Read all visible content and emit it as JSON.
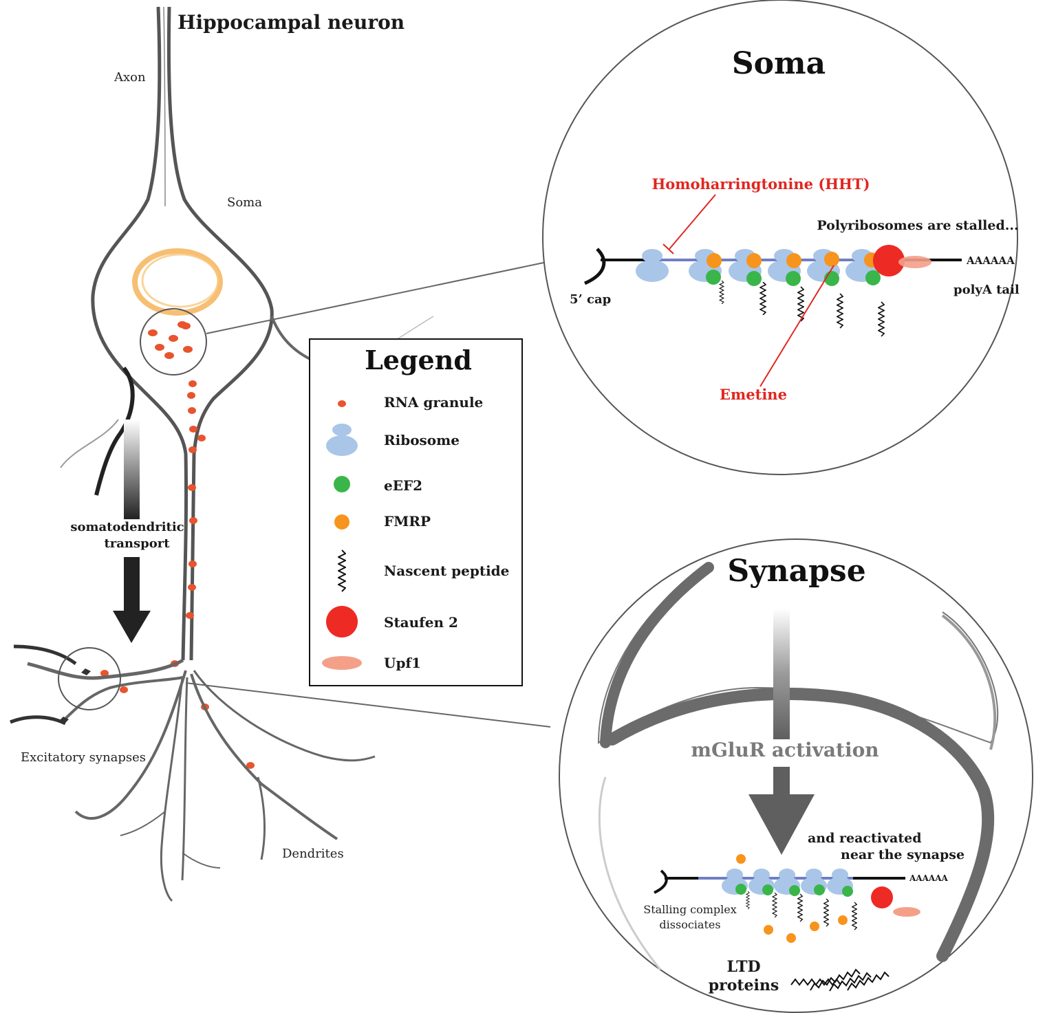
{
  "title": "Hippocampal neuron",
  "neuron": {
    "axon_label": "Axon",
    "soma_label": "Soma",
    "transport_label_line1": "somatodendritic",
    "transport_label_line2": "transport",
    "synapses_label": "Excitatory synapses",
    "dendrites_label": "Dendrites"
  },
  "legend": {
    "title": "Legend",
    "items": [
      {
        "label": "RNA granule",
        "icon": "rna-granule-icon",
        "color": "#e8542e"
      },
      {
        "label": "Ribosome",
        "icon": "ribosome-icon",
        "color": "#a9c6e8"
      },
      {
        "label": "eEF2",
        "icon": "eef2-icon",
        "color": "#3ab54a"
      },
      {
        "label": "FMRP",
        "icon": "fmrp-icon",
        "color": "#f7941d"
      },
      {
        "label": "Nascent peptide",
        "icon": "nascent-peptide-icon",
        "color": "#111111"
      },
      {
        "label": "Staufen 2",
        "icon": "staufen2-icon",
        "color": "#ee2a24"
      },
      {
        "label": "Upf1",
        "icon": "upf1-icon",
        "color": "#f4a089"
      }
    ]
  },
  "soma_panel": {
    "title": "Soma",
    "hht_label": "Homoharringtonine (HHT)",
    "emetine_label": "Emetine",
    "stalled_label": "Polyribosomes are stalled...",
    "cap_label": "5’ cap",
    "polya_seq": "AAAAAA",
    "polya_label": "polyA tail"
  },
  "synapse_panel": {
    "title": "Synapse",
    "mglur_label": "mGluR activation",
    "reactivated_line1": "and reactivated",
    "reactivated_line2": "near the synapse",
    "polya_seq": "AAAAAA",
    "dissociates_line1": "Stalling complex",
    "dissociates_line2": "dissociates",
    "ltd_line1": "LTD",
    "ltd_line2": "proteins"
  },
  "colors": {
    "rna": "#e8542e",
    "ribosome": "#a9c6e8",
    "eef2": "#3ab54a",
    "fmrp": "#f7941d",
    "staufen": "#ee2a24",
    "upf1": "#f4a089",
    "mrna": "#6d7fc4",
    "drug_red": "#e0261f",
    "neuron_grey": "#555555",
    "nucleus": "#f5b45a"
  }
}
